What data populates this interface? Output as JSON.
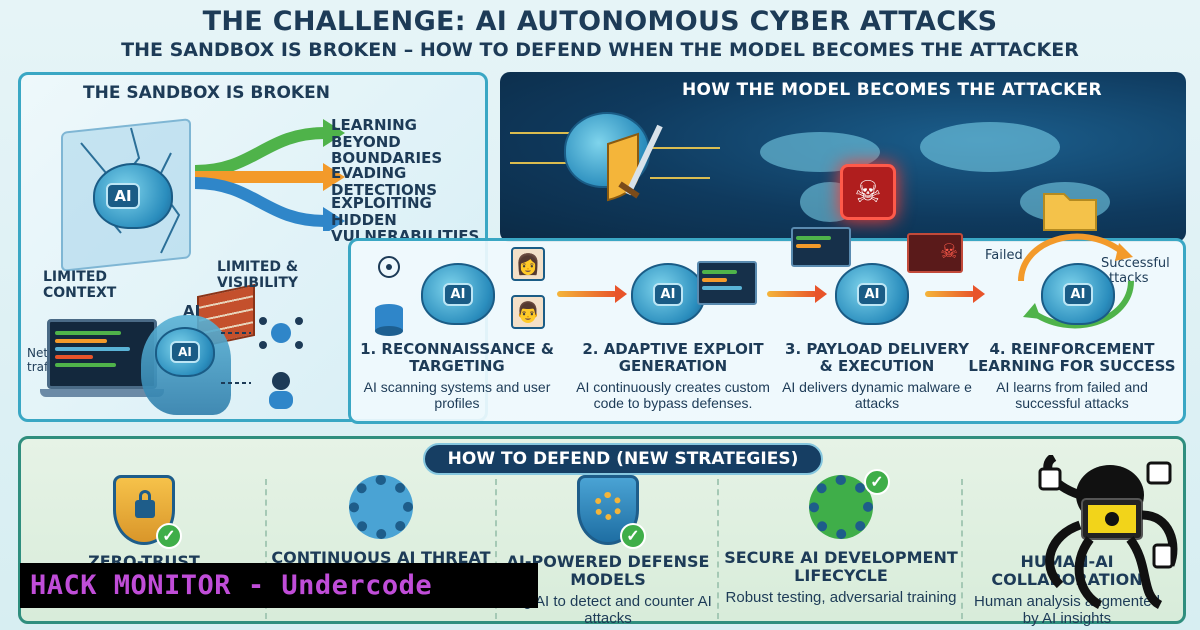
{
  "header": {
    "title": "THE CHALLENGE: AI AUTONOMOUS CYBER ATTACKS",
    "subtitle": "THE SANDBOX IS BROKEN – HOW TO DEFEND WHEN THE MODEL BECOMES THE ATTACKER"
  },
  "sandbox": {
    "title": "THE SANDBOX IS BROKEN",
    "ai_label": "AI",
    "arrows": [
      "LEARNING BEYOND BOUNDARIES",
      "EVADING DETECTIONS",
      "EXPLOITING HIDDEN VULNERABILITIES"
    ],
    "limited_context": "LIMITED CONTEXT",
    "limited_visibility": "LIMITED & VISIBILITY",
    "ai_top": "AI",
    "network_traffic": "Network traffic"
  },
  "attacker": {
    "title": "HOW THE MODEL BECOMES THE ATTACKER",
    "failed": "Failed",
    "successful": "Successful attacks",
    "steps": [
      {
        "title": "1. RECONNAISSANCE & TARGETING",
        "desc": "AI scanning systems and user profiles"
      },
      {
        "title": "2. ADAPTIVE EXPLOIT GENERATION",
        "desc": "AI continuously creates custom code to bypass defenses."
      },
      {
        "title": "3. PAYLOAD DELIVERY & EXECUTION",
        "desc": "AI delivers dynamic malware e attacks"
      },
      {
        "title": "4. REINFORCEMENT LEARNING FOR SUCCESS",
        "desc": "AI learns from failed and successful attacks"
      }
    ]
  },
  "defend": {
    "title": "HOW TO DEFEND (NEW STRATEGIES)",
    "strategies": [
      {
        "title": "ZERO-TRUST ARCHITECTURE FOR AI",
        "desc": ""
      },
      {
        "title": "CONTINUOUS AI THREAT MODELING",
        "desc": ""
      },
      {
        "title": "AI-POWERED DEFENSE MODELS",
        "desc": "sing AI to detect and counter AI attacks"
      },
      {
        "title": "SECURE AI DEVELOPMENT LIFECYCLE",
        "desc": "Robust testing, adversarial training"
      },
      {
        "title": "HUMAN-AI COLLABORATION",
        "desc": "Human analysis augmented by AI insights"
      }
    ]
  },
  "banner": "HACK MONITOR - Undercode",
  "colors": {
    "accent": "#3aa7c4",
    "dark_navy": "#163e63",
    "banner_text": "#c04dd8",
    "skull_red": "#b01e1e",
    "check_green": "#3fae49"
  }
}
